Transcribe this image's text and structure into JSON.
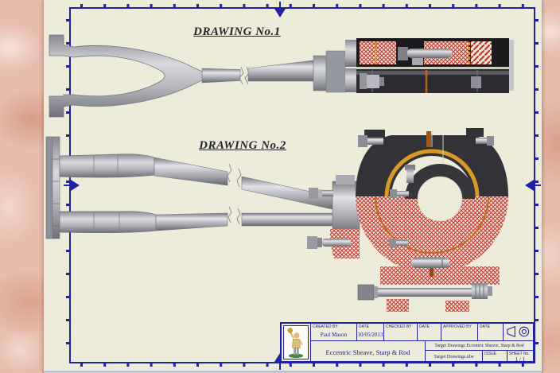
{
  "drawings": [
    {
      "title": "DRAWING No.1"
    },
    {
      "title": "DRAWING No.2"
    }
  ],
  "title_block": {
    "fields": [
      {
        "label": "CREATED BY",
        "value": "Paul Mason"
      },
      {
        "label": "DATE",
        "value": "10/05/2013"
      },
      {
        "label": "CHECKED BY",
        "value": ""
      },
      {
        "label": "DATE",
        "value": ""
      },
      {
        "label": "APPROVED BY",
        "value": ""
      },
      {
        "label": "DATE",
        "value": ""
      }
    ],
    "drawing_title": "Eccentric Sheave, Starp & Rod",
    "project_title": "Target Drawings Eccentric Sheave, Starp & Rod",
    "file_name": "Target Drawings.idw",
    "issue_label": "ISSUE",
    "issue_value": "",
    "sheet_label": "SHEET No.",
    "sheet_value": "1 / 1",
    "logo_icon": "mascot-trophy-figure",
    "projection_icon": "third-angle-projection-symbol"
  },
  "colors": {
    "sheet_cream": "#EDEBD9",
    "border_blue": "#2121A6",
    "hatch_red": "#C3362B",
    "brass_ring": "#D89A26",
    "steel_dark": "#323237",
    "marble_pink": "#E7BDAD",
    "text_navy": "#1A1C8C"
  }
}
